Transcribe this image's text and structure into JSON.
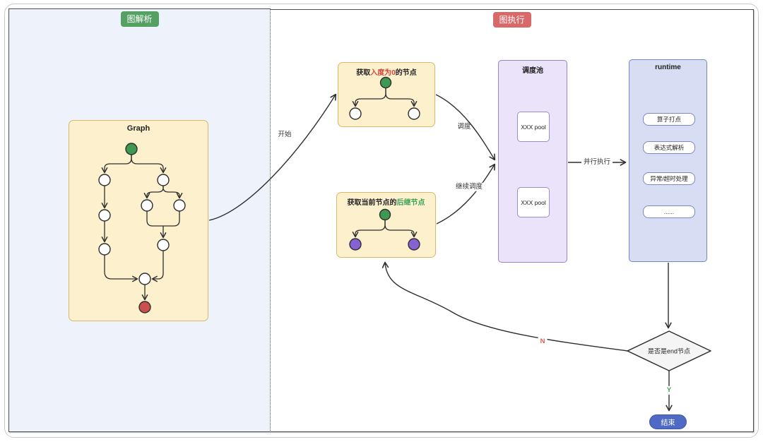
{
  "left_panel": {
    "badge": "图解析"
  },
  "right_panel": {
    "badge": "图执行"
  },
  "graph_box": {
    "title": "Graph"
  },
  "indegree_box": {
    "title_parts": [
      "获取",
      "入度为0",
      "的节点"
    ]
  },
  "successor_box": {
    "title_parts": [
      "获取当前节点的",
      "后继节点"
    ]
  },
  "pool_box": {
    "title": "调度池",
    "pools": [
      "XXX pool",
      "XXX pool"
    ]
  },
  "runtime_box": {
    "title": "runtime",
    "items": [
      "算子打点",
      "表达式解析",
      "异常/超时处理",
      "......"
    ]
  },
  "decision_diamond": {
    "label": "是否是end节点"
  },
  "end_node": {
    "label": "结束"
  },
  "edge_labels": {
    "start": "开始",
    "schedule": "调度",
    "continue_schedule": "继续调度",
    "parallel_execute": "并行执行",
    "no": "N",
    "yes": "Y"
  },
  "colors": {
    "left_panel_bg": "#edf2fb",
    "green_badge": "#54a163",
    "red_badge": "#d96868",
    "yellow_box_fill": "#fcf0cd",
    "yellow_box_border": "#d6b96a",
    "purple_box_fill": "#ebe3fa",
    "purple_box_border": "#9682cd",
    "runtime_fill": "#d7ddf3",
    "runtime_border": "#7586c6",
    "start_node_green": "#3e9851",
    "end_node_red": "#c9504d",
    "successor_node_purple": "#8661d1",
    "diamond_fill": "#f5f5f5",
    "end_pill_blue": "#4e6ac4",
    "highlight_red": "#d4453a",
    "highlight_green": "#3da456",
    "no_label": "#e0604f",
    "yes_label": "#3fa65a"
  }
}
